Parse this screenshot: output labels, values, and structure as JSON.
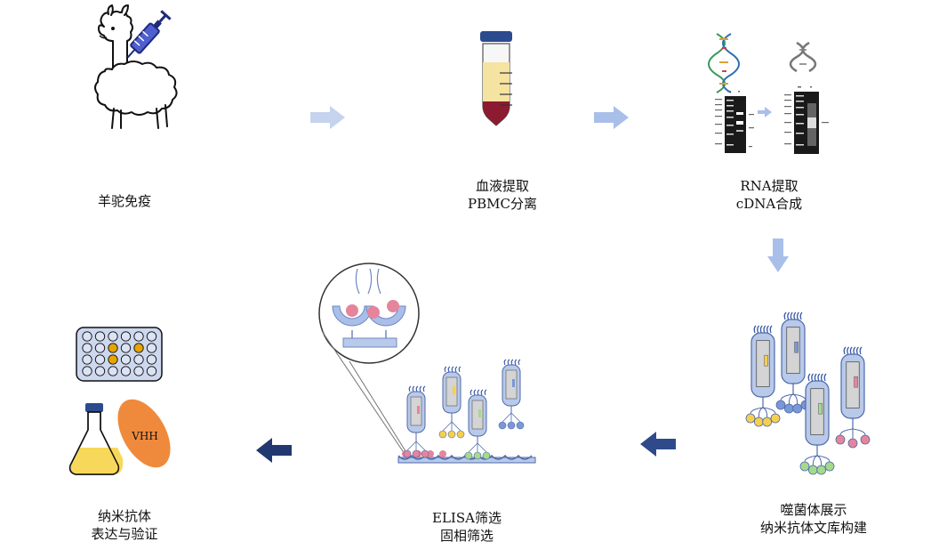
{
  "steps": {
    "immunize": {
      "line1": "羊驼免疫"
    },
    "blood": {
      "line1": "血液提取",
      "line2": "PBMC分离"
    },
    "rna": {
      "line1": "RNA提取",
      "line2": "cDNA合成"
    },
    "phage": {
      "line1": "噬菌体展示",
      "line2": "纳米抗体文库构建"
    },
    "elisa": {
      "line1": "ELISA筛选",
      "line2": "固相筛选"
    },
    "express": {
      "line1": "纳米抗体",
      "line2": "表达与验证"
    }
  },
  "vhh_label": "VHH",
  "colors": {
    "arrow_light": "#c5d3ee",
    "arrow_mid": "#a9bfea",
    "arrow_dark": "#2e4a8a",
    "arrow_navy": "#213870",
    "syringe": "#4f5fcf",
    "tube_cap": "#2c4a8e",
    "tube_plasma": "#f5e3a2",
    "tube_blood": "#8c1a30",
    "phage_body": "#b8c9ea",
    "phage_inner": "#d4d4d4",
    "antigen_pink": "#e6849c",
    "dot_yellow": "#f5cf4e",
    "dot_blue": "#7a97d8",
    "dot_green": "#a5d98e",
    "plate": "#cdd8ef",
    "well_hit": "#e5a500",
    "flask_liquid": "#f8d85a",
    "vhh_orange": "#ef8a3c"
  }
}
